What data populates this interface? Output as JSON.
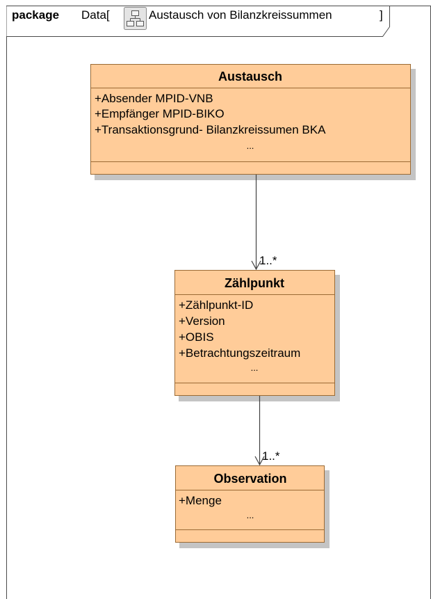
{
  "package": {
    "keyword": "package",
    "name_prefix": "Data[",
    "diagram_title": "Austausch von Bilanzkreissummen",
    "name_suffix": "]",
    "diagram_icon": "class-diagram-icon"
  },
  "classes": [
    {
      "id": "austausch",
      "name": "Austausch",
      "attributes": [
        "+Absender MPID-VNB",
        "+Empfänger MPID-BIKO",
        "+Transaktionsgrund- Bilanzkreissumen BKA"
      ],
      "ellipsis": "..."
    },
    {
      "id": "zaehlpunkt",
      "name": "Zählpunkt",
      "attributes": [
        "+Zählpunkt-ID",
        "+Version",
        "+OBIS",
        "+Betrachtungszeitraum"
      ],
      "ellipsis": "..."
    },
    {
      "id": "observation",
      "name": "Observation",
      "attributes": [
        "+Menge"
      ],
      "ellipsis": "..."
    }
  ],
  "associations": [
    {
      "from": "austausch",
      "to": "zaehlpunkt",
      "multiplicity": "1..*"
    },
    {
      "from": "zaehlpunkt",
      "to": "observation",
      "multiplicity": "1..*"
    }
  ],
  "colors": {
    "class_fill": "#ffcc99",
    "class_border": "#9a6a34",
    "shadow": "#c0c0c0",
    "line": "#404040",
    "icon_fill": "#dcdcdc"
  }
}
